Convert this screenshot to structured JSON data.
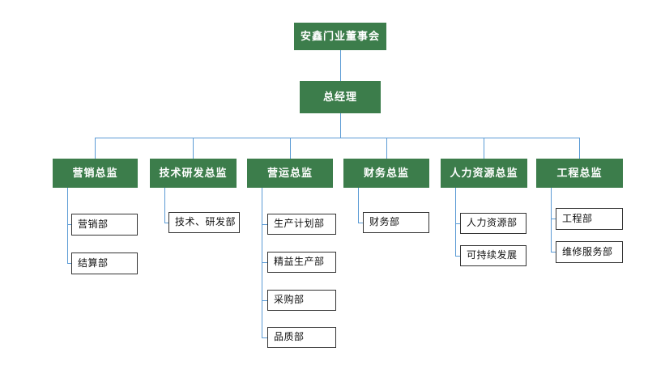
{
  "colors": {
    "background": "#ffffff",
    "node_fill": "#3C7D4B",
    "node_text": "#ffffff",
    "connector": "#5B9BD5",
    "child_border": "#333333",
    "child_text": "#111111"
  },
  "org": {
    "root": {
      "label": "安鑫门业董事会"
    },
    "manager": {
      "label": "总经理"
    },
    "directors": [
      {
        "label": "营销总监",
        "children": [
          {
            "label": "营销部"
          },
          {
            "label": "结算部"
          }
        ]
      },
      {
        "label": "技术研发总监",
        "children": [
          {
            "label": "技术、研发部"
          }
        ]
      },
      {
        "label": "营运总监",
        "children": [
          {
            "label": "生产计划部"
          },
          {
            "label": "精益生产部"
          },
          {
            "label": "采购部"
          },
          {
            "label": "品质部"
          }
        ]
      },
      {
        "label": "财务总监",
        "children": [
          {
            "label": "财务部"
          }
        ]
      },
      {
        "label": "人力资源总监",
        "children": [
          {
            "label": "人力资源部"
          },
          {
            "label": "可持续发展"
          }
        ]
      },
      {
        "label": "工程总监",
        "children": [
          {
            "label": "工程部"
          },
          {
            "label": "维修服务部"
          }
        ]
      }
    ]
  }
}
